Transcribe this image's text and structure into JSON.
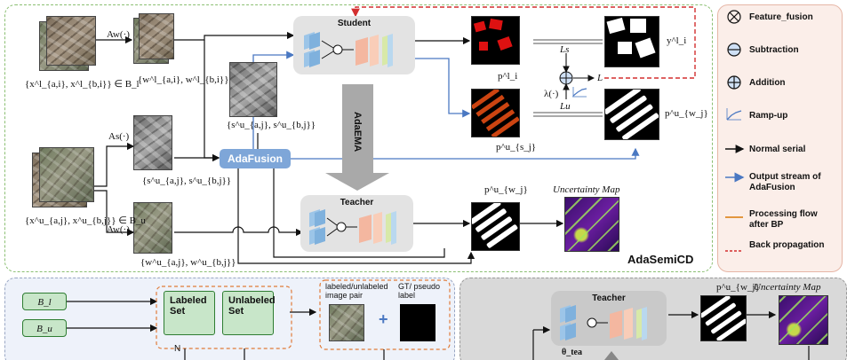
{
  "main": {
    "brand": "AdaSemiCD",
    "student_label": "Student",
    "teacher_label": "Teacher",
    "adafusion_label": "AdaFusion",
    "adaema_label": "AdaEMA",
    "aw_top": "Aw(·)",
    "as_label": "As(·)",
    "aw_bottom": "Aw(·)",
    "labeled_input": "{x^l_{a,i}, x^l_{b,i}} ∈ B_l",
    "weak_labeled": "{w^l_{a,i}, w^l_{b,i}}",
    "fused_label": "{s^u_{a,j}, s^u_{b,j}}",
    "unlabeled_input": "{x^u_{a,j}, x^u_{b,j}} ∈ B_u",
    "strong_unlabeled": "{s^u_{a,j}, s^u_{b,j}}",
    "weak_unlabeled": "{w^u_{a,j}, w^u_{b,j}}",
    "p_l": "p^l_i",
    "p_s": "p^u_{s_j}",
    "p_w": "p^u_{w_j}",
    "y_l": "y^l_i",
    "p_w_right": "p^u_{w_j}",
    "ls": "Ls",
    "lu": "Lu",
    "lambda": "λ(·)",
    "loss": "L",
    "uncertainty_map": "Uncertainty Map"
  },
  "legend": {
    "items": [
      {
        "label": "Feature_fusion",
        "icon": "otimes-icon"
      },
      {
        "label": "Subtraction",
        "icon": "ominus-icon"
      },
      {
        "label": "Addition",
        "icon": "oplus-icon"
      },
      {
        "label": "Ramp-up",
        "icon": "rampup-icon"
      },
      {
        "label": "Normal serial",
        "icon": "black-arrow-icon"
      },
      {
        "label": "Output stream of AdaFusion",
        "icon": "blue-arrow-icon"
      },
      {
        "label": "Processing flow after BP",
        "icon": "orange-arrow-icon"
      },
      {
        "label": "Back propagation",
        "icon": "red-dashed-arrow-icon"
      }
    ],
    "colors": {
      "blue": "#4a78c2",
      "orange": "#e3963e",
      "red": "#d32f2f",
      "black": "#111111"
    }
  },
  "bottom_left": {
    "b_l": "B_l",
    "b_u": "B_u",
    "labeled_set": "Labeled Set",
    "unlabeled_set": "Unlabeled Set",
    "n_label": "N",
    "pair_label": "labeled/unlabeled image pair",
    "plus": "+",
    "gt_label": "GT/ pseudo label"
  },
  "bottom_right": {
    "teacher_label": "Teacher",
    "p_w": "p^u_{w_j}",
    "uncertainty_map": "Uncertainty Map",
    "theta": "θ_tea"
  }
}
